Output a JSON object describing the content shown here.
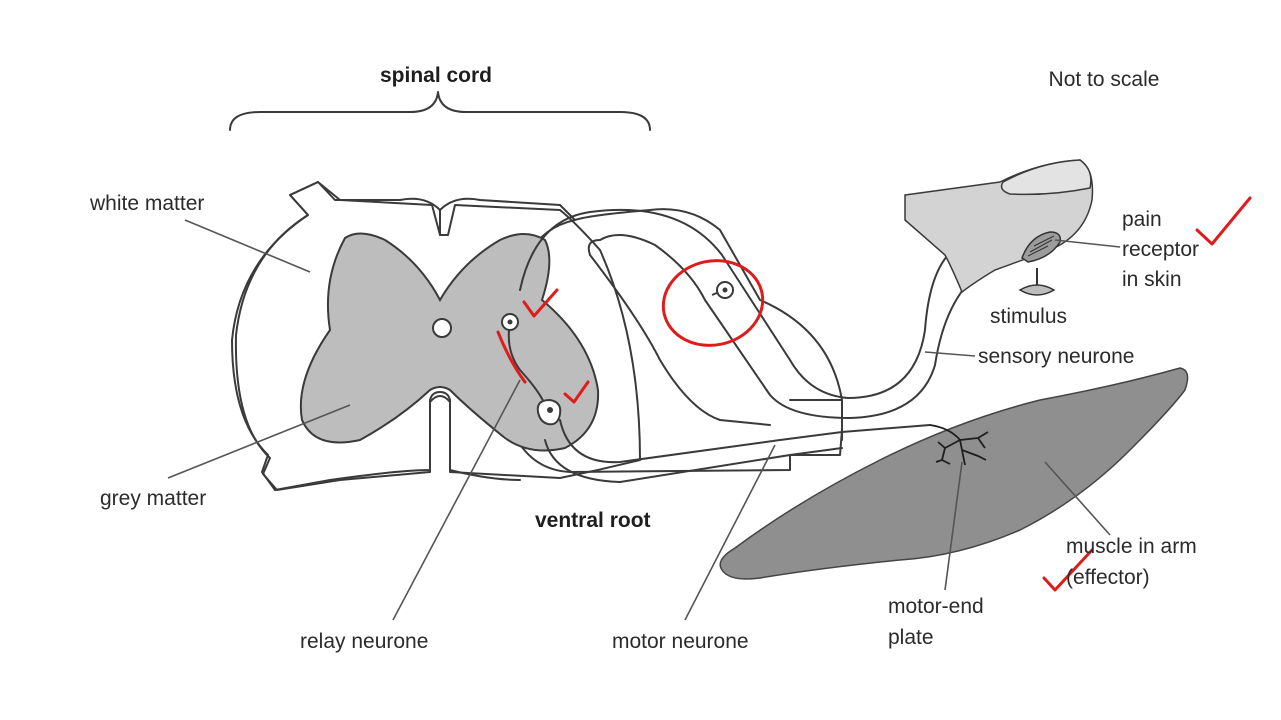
{
  "title": "spinal cord",
  "scale_note": "Not to scale",
  "labels": {
    "white_matter": "white matter",
    "grey_matter": "grey matter",
    "relay_neurone": "relay neurone",
    "ventral_root": "ventral root",
    "motor_neurone": "motor neurone",
    "motor_end_plate_line1": "motor-end",
    "motor_end_plate_line2": "plate",
    "muscle_line1": "muscle in arm",
    "muscle_line2": "(effector)",
    "sensory_neurone": "sensory neurone",
    "stimulus": "stimulus",
    "pain_receptor_line1": "pain",
    "pain_receptor_line2": "receptor",
    "pain_receptor_line3": "in skin"
  },
  "colors": {
    "grey_matter": "#bdbdbd",
    "muscle": "#8f8f8f",
    "skin": "#d3d3d3",
    "annotation": "#e01b1b"
  }
}
